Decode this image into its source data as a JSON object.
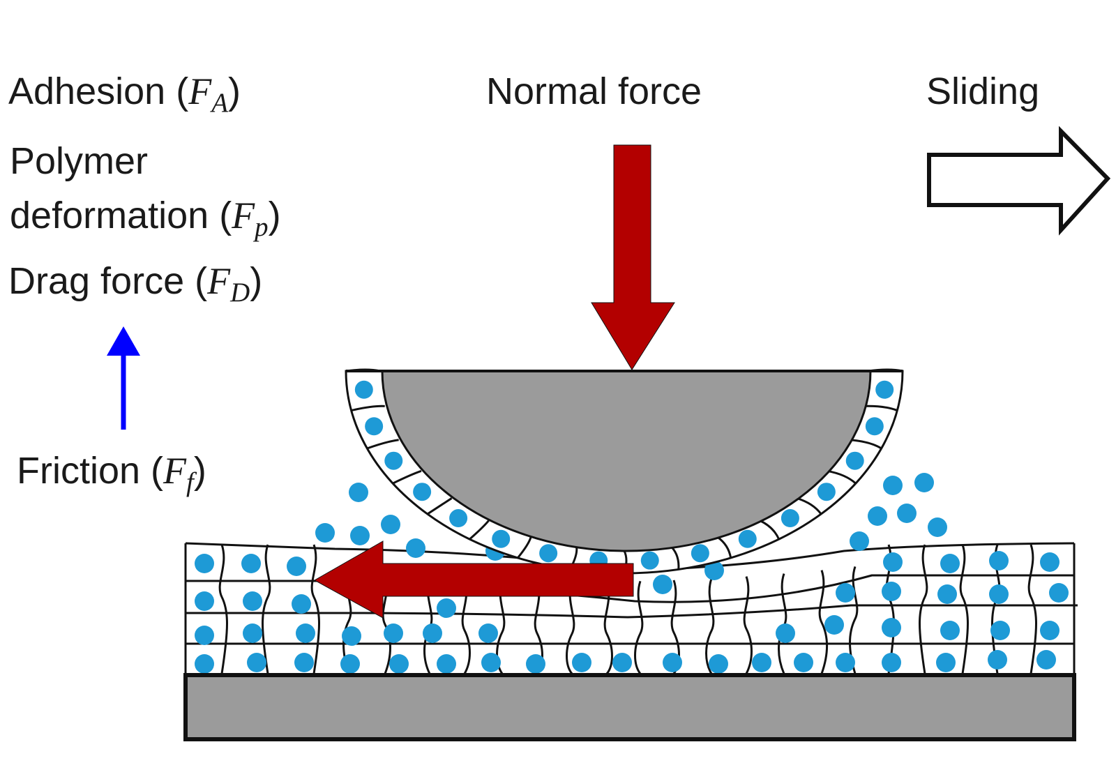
{
  "labels": {
    "adhesion": {
      "text": "Adhesion",
      "symbol": "F",
      "subscript": "A"
    },
    "polymer_line1": {
      "text": "Polymer"
    },
    "polymer_line2": {
      "text": "deformation",
      "symbol": "F",
      "subscript": "p"
    },
    "drag": {
      "text": "Drag force",
      "symbol": "F",
      "subscript": "D"
    },
    "friction": {
      "text": "Friction",
      "symbol": "F",
      "subscript": "f"
    },
    "normal_force": "Normal force",
    "sliding": "Sliding"
  },
  "colors": {
    "force_arrow": "#b30000",
    "sum_arrow": "#0000ff",
    "particle": "#1e9ad6",
    "ball": "#9b9b9b",
    "substrate": "#9b9b9b",
    "outline": "#111111"
  }
}
